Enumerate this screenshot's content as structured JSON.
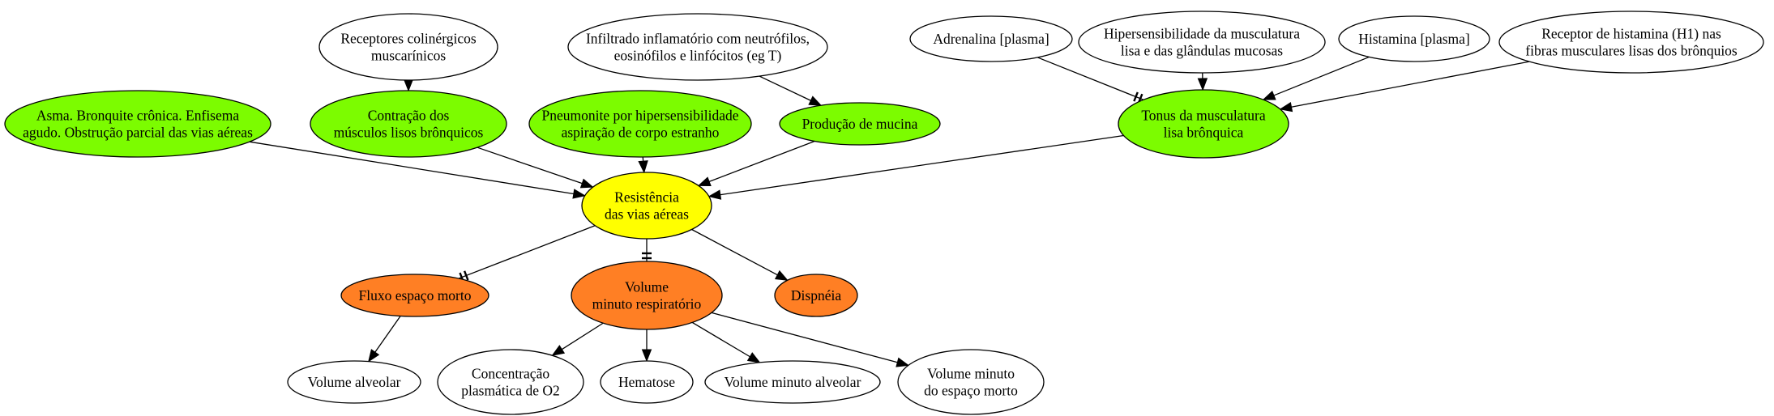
{
  "nodes": [
    {
      "id": "receptores",
      "lines": [
        "Receptores colinérgicos",
        "muscarínicos"
      ],
      "fill": "#ffffff"
    },
    {
      "id": "infiltrado",
      "lines": [
        "Infiltrado inflamatório com neutrófilos,",
        "eosinófilos e linfócitos (eg T)"
      ],
      "fill": "#ffffff"
    },
    {
      "id": "adrenalina",
      "lines": [
        "Adrenalina [plasma]"
      ],
      "fill": "#ffffff"
    },
    {
      "id": "hipersens",
      "lines": [
        "Hipersensibilidade da musculatura",
        "lisa e das glândulas mucosas"
      ],
      "fill": "#ffffff"
    },
    {
      "id": "histamina",
      "lines": [
        "Histamina [plasma]"
      ],
      "fill": "#ffffff"
    },
    {
      "id": "receptor_h1",
      "lines": [
        "Receptor de histamina (H1) nas",
        "fibras musculares lisas dos brônquios"
      ],
      "fill": "#ffffff"
    },
    {
      "id": "asma",
      "lines": [
        "Asma. Bronquite crônica. Enfisema",
        "agudo. Obstrução parcial das vias aéreas"
      ],
      "fill": "#7cfc00"
    },
    {
      "id": "contracao",
      "lines": [
        "Contração dos",
        "músculos lisos brônquicos"
      ],
      "fill": "#7cfc00"
    },
    {
      "id": "pneumonite",
      "lines": [
        "Pneumonite por hipersensibilidade",
        "aspiração de corpo estranho"
      ],
      "fill": "#7cfc00"
    },
    {
      "id": "producao",
      "lines": [
        "Produção de mucina"
      ],
      "fill": "#7cfc00"
    },
    {
      "id": "tonus",
      "lines": [
        "Tonus da musculatura",
        "lisa brônquica"
      ],
      "fill": "#7cfc00"
    },
    {
      "id": "resistencia",
      "lines": [
        "Resistência",
        "das vias aéreas"
      ],
      "fill": "#ffff00"
    },
    {
      "id": "fluxo",
      "lines": [
        "Fluxo espaço morto"
      ],
      "fill": "#ff7f24"
    },
    {
      "id": "volume_minuto",
      "lines": [
        "Volume",
        "minuto respiratório"
      ],
      "fill": "#ff7f24"
    },
    {
      "id": "dispneia",
      "lines": [
        "Dispnéia"
      ],
      "fill": "#ff7f24"
    },
    {
      "id": "volume_alveolar",
      "lines": [
        "Volume alveolar"
      ],
      "fill": "#ffffff"
    },
    {
      "id": "concentracao",
      "lines": [
        "Concentração",
        "plasmática de O2"
      ],
      "fill": "#ffffff"
    },
    {
      "id": "hematose",
      "lines": [
        "Hematose"
      ],
      "fill": "#ffffff"
    },
    {
      "id": "vm_alveolar",
      "lines": [
        "Volume minuto alveolar"
      ],
      "fill": "#ffffff"
    },
    {
      "id": "vm_morto",
      "lines": [
        "Volume minuto",
        "do espaço morto"
      ],
      "fill": "#ffffff"
    }
  ],
  "edges": [
    {
      "from": "receptores",
      "to": "contracao",
      "type": "arrow"
    },
    {
      "from": "infiltrado",
      "to": "producao",
      "type": "arrow"
    },
    {
      "from": "adrenalina",
      "to": "tonus",
      "type": "inhibit"
    },
    {
      "from": "hipersens",
      "to": "tonus",
      "type": "arrow"
    },
    {
      "from": "histamina",
      "to": "tonus",
      "type": "arrow"
    },
    {
      "from": "receptor_h1",
      "to": "tonus",
      "type": "arrow"
    },
    {
      "from": "asma",
      "to": "resistencia",
      "type": "arrow"
    },
    {
      "from": "contracao",
      "to": "resistencia",
      "type": "arrow"
    },
    {
      "from": "pneumonite",
      "to": "resistencia",
      "type": "arrow"
    },
    {
      "from": "producao",
      "to": "resistencia",
      "type": "arrow"
    },
    {
      "from": "tonus",
      "to": "resistencia",
      "type": "arrow"
    },
    {
      "from": "resistencia",
      "to": "fluxo",
      "type": "inhibit"
    },
    {
      "from": "resistencia",
      "to": "volume_minuto",
      "type": "inhibit"
    },
    {
      "from": "resistencia",
      "to": "dispneia",
      "type": "arrow"
    },
    {
      "from": "fluxo",
      "to": "volume_alveolar",
      "type": "arrow"
    },
    {
      "from": "volume_minuto",
      "to": "concentracao",
      "type": "arrow"
    },
    {
      "from": "volume_minuto",
      "to": "hematose",
      "type": "arrow"
    },
    {
      "from": "volume_minuto",
      "to": "vm_alveolar",
      "type": "arrow"
    },
    {
      "from": "volume_minuto",
      "to": "vm_morto",
      "type": "arrow"
    }
  ]
}
